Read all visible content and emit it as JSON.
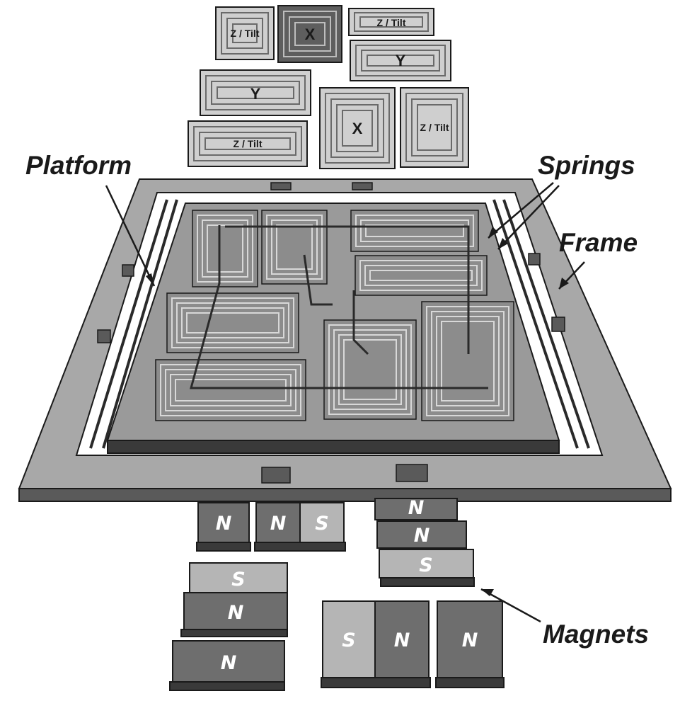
{
  "colors": {
    "background": "#ffffff",
    "ink": "#1a1a1a",
    "frame_top": "#a8a8a8",
    "frame_side": "#5a5a5a",
    "coil_bg": "#cfcfcf",
    "coil_trace": "#6a6a6a",
    "platform_coil_bg": "#8c8c8c",
    "platform_coil_trace": "#d8d8d8",
    "magnet_n": "#6e6e6e",
    "magnet_s": "#b5b5b5",
    "magnet_side": "#3a3a3a"
  },
  "labels": {
    "platform": "Platform",
    "springs": "Springs",
    "frame": "Frame",
    "magnets": "Magnets"
  },
  "coils": [
    {
      "label": "Z / Tilt"
    },
    {
      "label": "X"
    },
    {
      "label": "Z / Tilt"
    },
    {
      "label": "Y"
    },
    {
      "label": "Y"
    },
    {
      "label": "X"
    },
    {
      "label": "Z / Tilt"
    },
    {
      "label": "Z / Tilt"
    }
  ],
  "magnet_groups": [
    {
      "poles": [
        "N"
      ]
    },
    {
      "poles": [
        "N",
        "S"
      ]
    },
    {
      "poles": [
        "N",
        "N",
        "S"
      ]
    },
    {
      "poles": [
        "S",
        "N",
        "N"
      ]
    },
    {
      "poles": [
        "S",
        "N"
      ]
    },
    {
      "poles": [
        "N"
      ]
    }
  ]
}
